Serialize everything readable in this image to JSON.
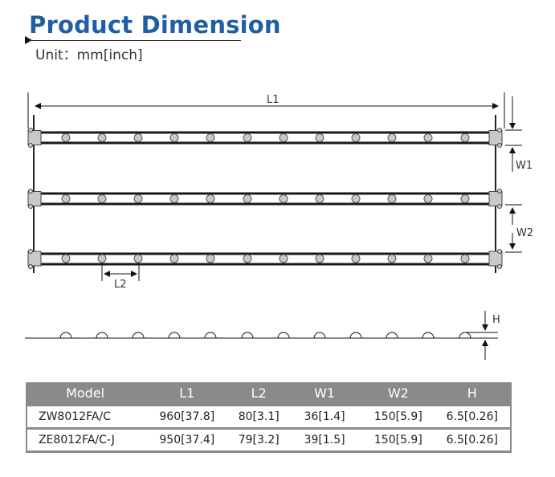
{
  "header": {
    "title": "Product Dimension",
    "unit": "Unit：mm[inch]"
  },
  "diagram": {
    "labels": {
      "l1": "L1",
      "l2": "L2",
      "w1": "W1",
      "w2": "W2",
      "h": "H"
    },
    "strip_count": 3,
    "leds_per_strip": 12,
    "colors": {
      "rail": "#1a1a1a",
      "led_fill": "#c8c8c8",
      "connector_fill": "#c9c9c9",
      "title_blue": "#1f5fa3",
      "table_header": "#8a8a8a"
    }
  },
  "table": {
    "headers": [
      "Model",
      "L1",
      "L2",
      "W1",
      "W2",
      "H"
    ],
    "rows": [
      [
        "ZW8012FA/C",
        "960[37.8]",
        "80[3.1]",
        "36[1.4]",
        "150[5.9]",
        "6.5[0.26]"
      ],
      [
        "ZE8012FA/C-J",
        "950[37.4]",
        "79[3.2]",
        "39[1.5]",
        "150[5.9]",
        "6.5[0.26]"
      ]
    ]
  }
}
